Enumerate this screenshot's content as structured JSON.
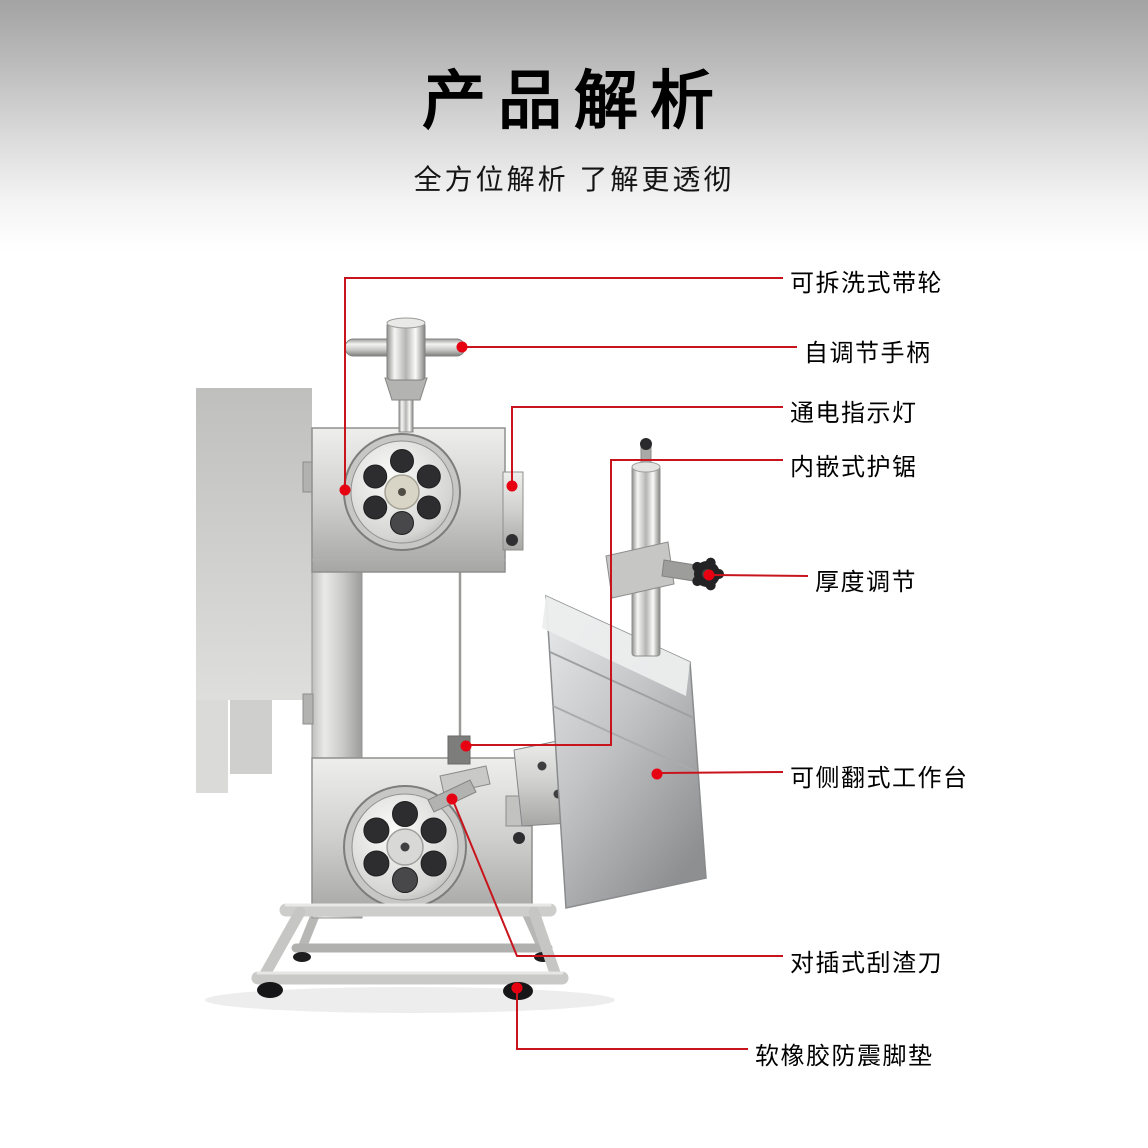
{
  "header": {
    "title": "产品解析",
    "subtitle": "全方位解析 了解更透彻"
  },
  "callouts": [
    {
      "id": "removable-pulley",
      "label": "可拆洗式带轮"
    },
    {
      "id": "self-adjust-handle",
      "label": "自调节手柄"
    },
    {
      "id": "power-indicator",
      "label": "通电指示灯"
    },
    {
      "id": "embedded-saw-guard",
      "label": "内嵌式护锯"
    },
    {
      "id": "thickness-adjust",
      "label": "厚度调节"
    },
    {
      "id": "flip-worktable",
      "label": "可侧翻式工作台"
    },
    {
      "id": "scraper-knife",
      "label": "对插式刮渣刀"
    },
    {
      "id": "rubber-feet",
      "label": "软橡胶防震脚垫"
    }
  ],
  "colors": {
    "callout_line": "#c8151d",
    "callout_dot": "#e60012",
    "title_color": "#000000"
  }
}
